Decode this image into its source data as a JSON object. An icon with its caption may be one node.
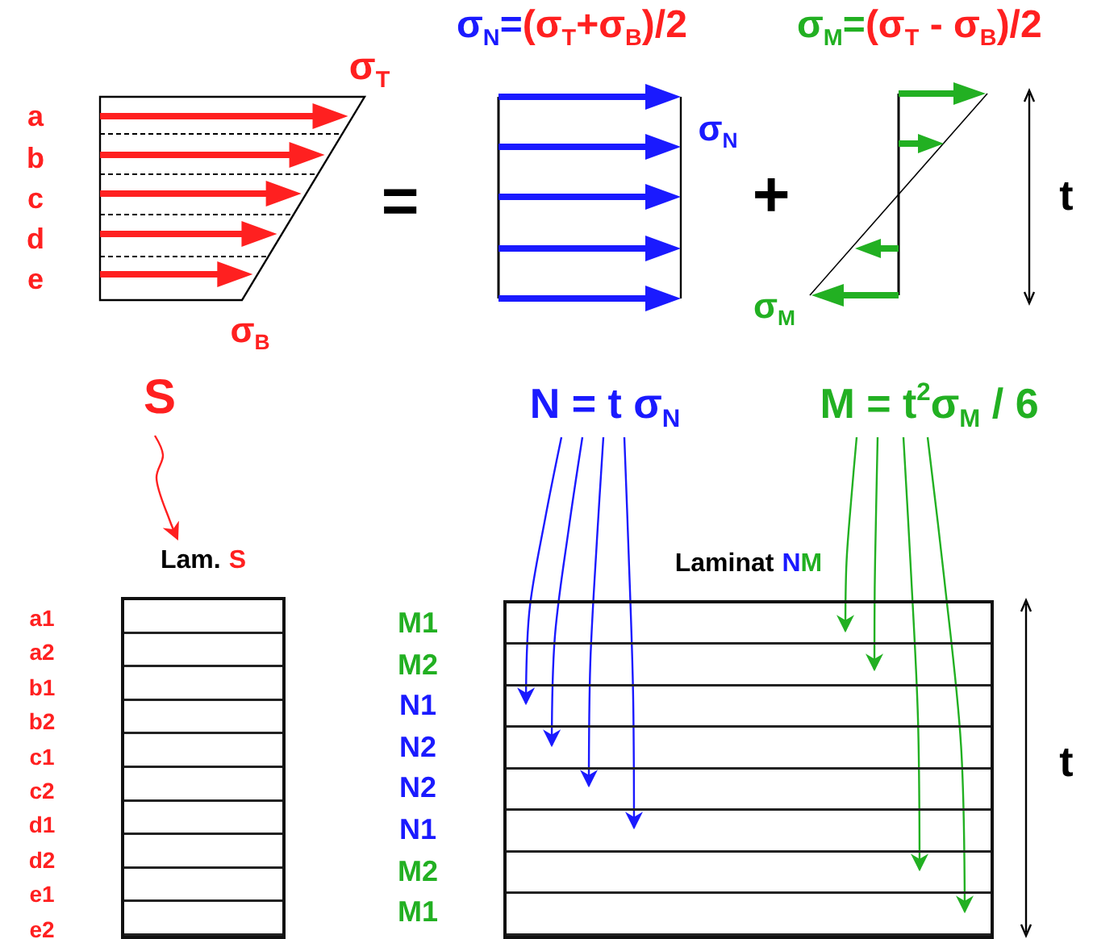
{
  "diagram": {
    "nodes": [
      {
        "text": [
          "S"
        ]
      },
      {
        "text": [
          "Lam.",
          "S"
        ]
      },
      {
        "text": [
          "N = t σ$_{N}$"
        ]
      },
      {
        "text": [
          "M = t$^{2}$σ$_{M}$ / 6"
        ]
      },
      {
        "text": [
          "Laminat",
          "NM"
        ]
      }
    ],
    "edges": [
      {
        "from": 0,
        "to": 1,
        "arrow": "to",
        "color": "#ff2020"
      },
      {
        "from": 2,
        "to": 4,
        "arrow": "to",
        "color": "#1a1aff"
      },
      {
        "from": 2,
        "to": 4,
        "arrow": "to",
        "color": "#1a1aff"
      },
      {
        "from": 2,
        "to": 4,
        "arrow": "to",
        "color": "#1a1aff"
      },
      {
        "from": 2,
        "to": 4,
        "arrow": "to",
        "color": "#1a1aff"
      },
      {
        "from": 3,
        "to": 4,
        "arrow": "to",
        "color": "#22b022"
      },
      {
        "from": 3,
        "to": 4,
        "arrow": "to",
        "color": "#22b022"
      },
      {
        "from": 3,
        "to": 4,
        "arrow": "to",
        "color": "#22b022"
      },
      {
        "from": 3,
        "to": 4,
        "arrow": "to",
        "color": "#22b022"
      }
    ],
    "labels": [
      "σ$_{T}$",
      "σ$_{N}$=",
      "(σ$_{T}$+σ$_{B}$)/2",
      "σ$_{M}$=",
      "(σ$_{T}$ - σ$_{B}$)/2",
      "a",
      "b",
      "c",
      "d",
      "e",
      "=",
      "σ$_{N}$",
      "+",
      "t",
      "σ$_{M}$",
      "σ$_{B}$",
      "a1",
      "a2",
      "b1",
      "b2",
      "c1",
      "c2",
      "d1",
      "d2",
      "e1",
      "e2",
      "M1",
      "M2",
      "N1",
      "N2",
      "N2",
      "N1",
      "M2",
      "M1",
      "t"
    ]
  }
}
